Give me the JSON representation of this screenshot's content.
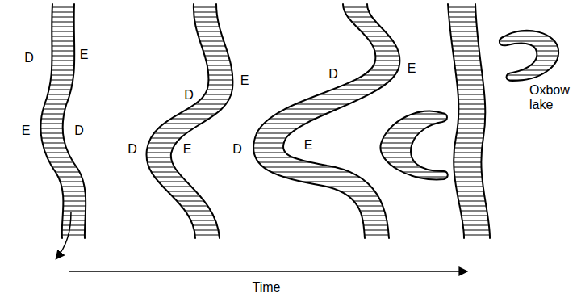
{
  "diagram": {
    "labels": [
      "D",
      "E",
      "E",
      "D",
      "D",
      "E",
      "D",
      "E",
      "D",
      "E",
      "D",
      "E",
      "Oxbow lake",
      "Time"
    ]
  }
}
